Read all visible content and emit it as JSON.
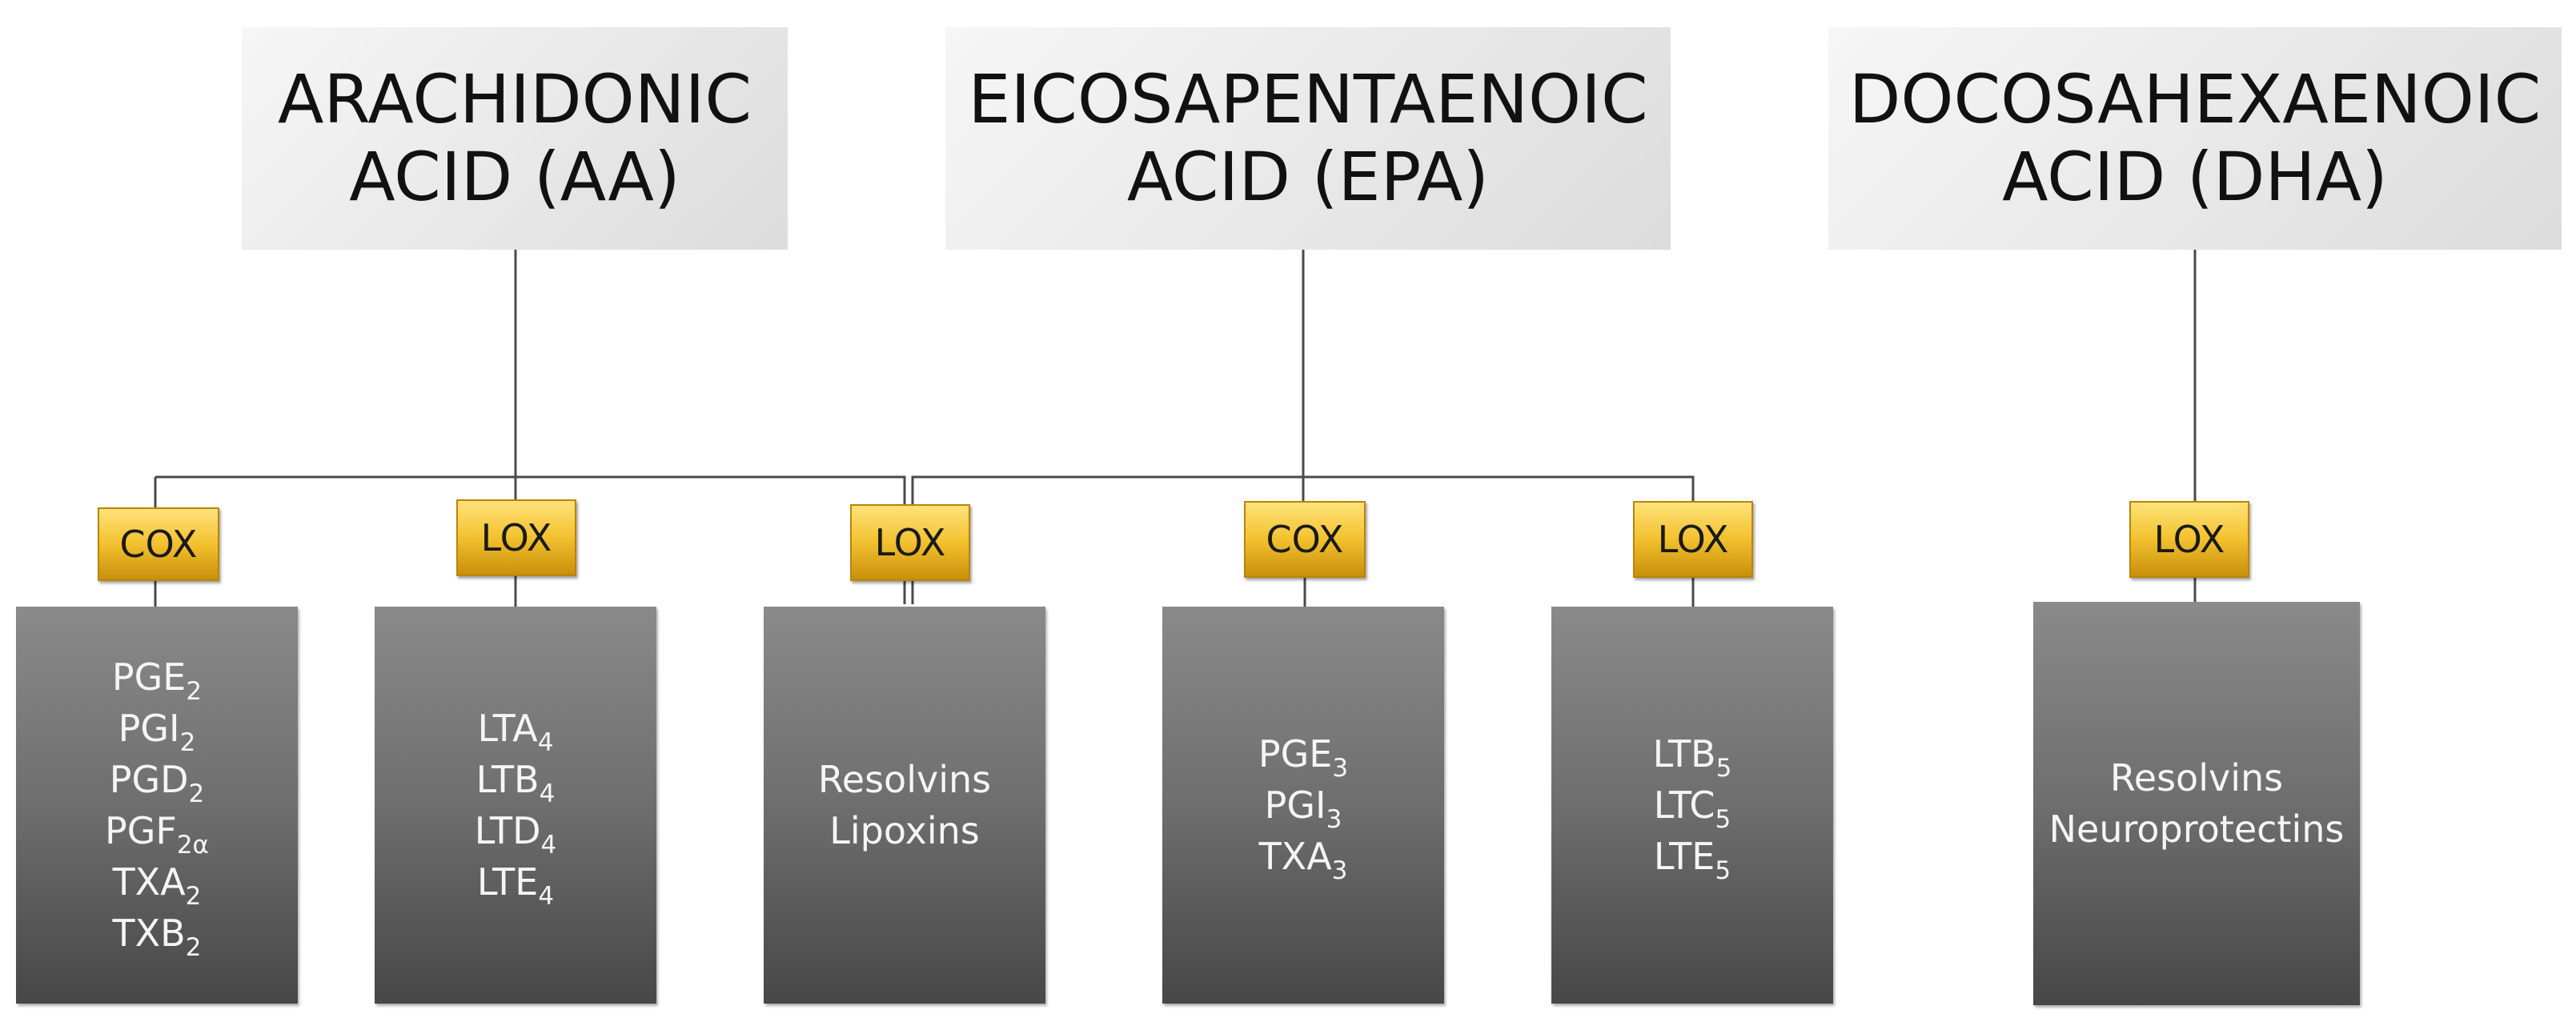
{
  "sources": [
    {
      "id": "aa",
      "lines": [
        "ARACHIDONIC",
        "ACID (AA)"
      ]
    },
    {
      "id": "epa",
      "lines": [
        "EICOSAPENTAENOIC",
        "ACID (EPA)"
      ]
    },
    {
      "id": "dha",
      "lines": [
        "DOCOSAHEXAENOIC",
        "ACID (DHA)"
      ]
    }
  ],
  "enzymes": [
    "COX",
    "LOX",
    "LOX",
    "COX",
    "LOX",
    "LOX"
  ],
  "products": [
    [
      {
        "base": "PGE",
        "sub": "2"
      },
      {
        "base": "PGI",
        "sub": "2"
      },
      {
        "base": "PGD",
        "sub": "2"
      },
      {
        "base": "PGF",
        "sub": "2α"
      },
      {
        "base": "TXA",
        "sub": "2"
      },
      {
        "base": "TXB",
        "sub": "2"
      }
    ],
    [
      {
        "base": "LTA",
        "sub": "4"
      },
      {
        "base": "LTB",
        "sub": "4"
      },
      {
        "base": "LTD",
        "sub": "4"
      },
      {
        "base": "LTE",
        "sub": "4"
      }
    ],
    [
      {
        "base": "Resolvins",
        "sub": ""
      },
      {
        "base": "Lipoxins",
        "sub": ""
      }
    ],
    [
      {
        "base": "PGE",
        "sub": "3"
      },
      {
        "base": "PGI",
        "sub": "3"
      },
      {
        "base": "TXA",
        "sub": "3"
      }
    ],
    [
      {
        "base": "LTB",
        "sub": "5"
      },
      {
        "base": "LTC",
        "sub": "5"
      },
      {
        "base": "LTE",
        "sub": "5"
      }
    ],
    [
      {
        "base": "Resolvins",
        "sub": ""
      },
      {
        "base": "Neuroprotectins",
        "sub": ""
      }
    ]
  ],
  "colors": {
    "enzyme_fill": "#f2c12e",
    "product_fill": "#6e6e6e",
    "source_fill": "#e8e8e8",
    "connector": "#4a4a4a"
  }
}
